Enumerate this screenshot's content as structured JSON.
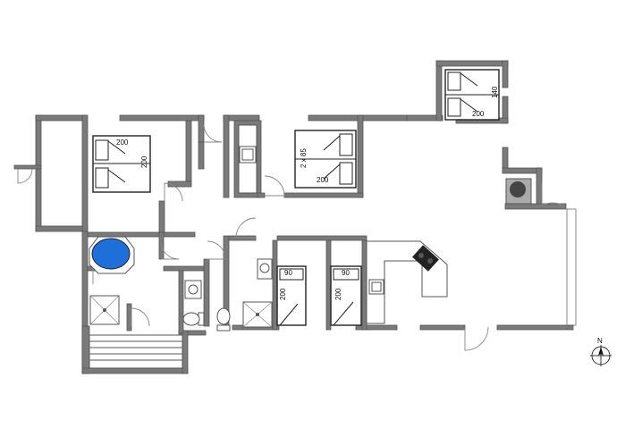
{
  "labels": {
    "bedroom_a_width": "200",
    "bedroom_a_length": "200",
    "bedroom_b_width": "2 x 85",
    "bedroom_b_length": "200",
    "bedroom_c_width": "140",
    "bedroom_c_length": "200",
    "bunk_1_width": "90",
    "bunk_1_length": "200",
    "bunk_2_width": "90",
    "bunk_2_length": "200",
    "north": "N"
  },
  "colors": {
    "wall": "#7a7a7a",
    "spa": "#1e6fd9"
  },
  "icons": [
    "compass-icon",
    "stove-icon",
    "fireplace-icon",
    "sink-icon",
    "toilet-icon",
    "shower-icon"
  ]
}
